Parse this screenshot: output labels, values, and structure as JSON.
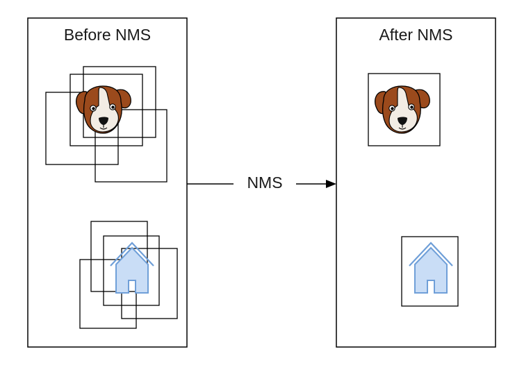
{
  "panels": {
    "before": {
      "title": "Before NMS"
    },
    "after": {
      "title": "After NMS"
    }
  },
  "arrow": {
    "label": "NMS"
  },
  "icons": {
    "dog": "dog-icon",
    "house": "house-icon"
  },
  "colors": {
    "stroke": "#000000",
    "dog_brown": "#9b4a1c",
    "dog_white": "#f2ece4",
    "house_fill": "#c9ddf6",
    "house_stroke": "#6f9fd8"
  }
}
